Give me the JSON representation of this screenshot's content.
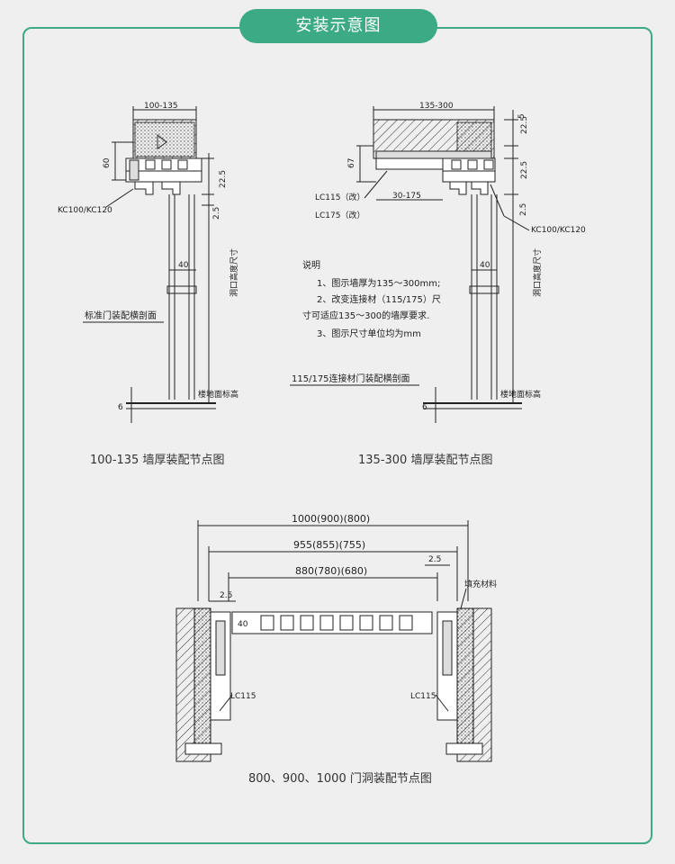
{
  "header": {
    "title": "安装示意图"
  },
  "colors": {
    "accent": "#3daa86",
    "line": "#222222",
    "background": "#efefef"
  },
  "diagram_left": {
    "caption": "100-135 墙厚装配节点图",
    "section_label": "标准门装配横剖面",
    "dim_top": "100-135",
    "dim_60": "60",
    "dim_22_5": "22.5",
    "dim_2_5": "2.5",
    "dim_40": "40",
    "dim_6": "6",
    "part": "KC100/KC120",
    "opening_height": "洞口高度尺寸",
    "floor_level": "楼地面标高"
  },
  "diagram_right": {
    "caption": "135-300 墙厚装配节点图",
    "section_label": "115/175连接材门装配横剖面",
    "dim_top": "135-300",
    "dim_67": "67",
    "dim_22_5": "22.5",
    "dim_5": "5",
    "dim_2_5": "2.5",
    "dim_30_175": "30-175",
    "dim_40": "40",
    "dim_6": "6",
    "part_lc115": "LC115（改）",
    "part_lc175": "LC175（改）",
    "part_kc": "KC100/KC120",
    "opening_height": "洞口高度尺寸",
    "floor_level": "楼地面标高",
    "notes_title": "说明",
    "notes": [
      "1、图示墙厚为135～300mm;",
      "2、改变连接材（115/175）尺",
      "寸可适应135～300的墙厚要求.",
      "3、图示尺寸单位均为mm"
    ]
  },
  "diagram_bottom": {
    "caption": "800、900、1000 门洞装配节点图",
    "dim_outer": "1000(900)(800)",
    "dim_middle": "955(855)(755)",
    "dim_inner": "880(780)(680)",
    "dim_2_5_left": "2.5",
    "dim_2_5_right": "2.5",
    "dim_40": "40",
    "fill_material": "填充材料",
    "part_left": "LC115",
    "part_right": "LC115"
  }
}
